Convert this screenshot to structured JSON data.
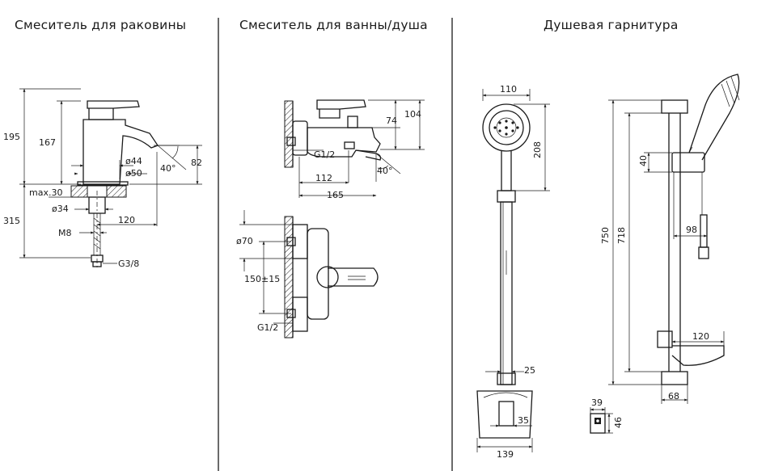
{
  "sections": [
    {
      "title": "Смеситель для раковины"
    },
    {
      "title": "Смеситель для ванны/душа"
    },
    {
      "title": "Душевая гарнитура"
    }
  ],
  "sink_dims": {
    "h195": "195",
    "h167": "167",
    "d44": "ø44",
    "d50": "ø50",
    "angle": "40°",
    "h82": "82",
    "max30": "max.30",
    "d34": "ø34",
    "l120": "120",
    "h315": "315",
    "m8": "M8",
    "g38": "G3/8"
  },
  "bath_dims": {
    "h104": "104",
    "h74": "74",
    "g12a": "G1/2",
    "angle": "40°",
    "l112": "112",
    "l165": "165",
    "d70": "ø70",
    "c150": "150±15",
    "g12b": "G1/2"
  },
  "shower_dims": {
    "w110": "110",
    "h208": "208",
    "d25": "25",
    "d35": "35",
    "w139": "139",
    "h40": "40",
    "h750": "750",
    "h718": "718",
    "w98": "98",
    "w120": "120",
    "w68": "68",
    "w39": "39",
    "h46": "46"
  },
  "colors": {
    "line": "#1a1a1a",
    "background": "#ffffff"
  }
}
